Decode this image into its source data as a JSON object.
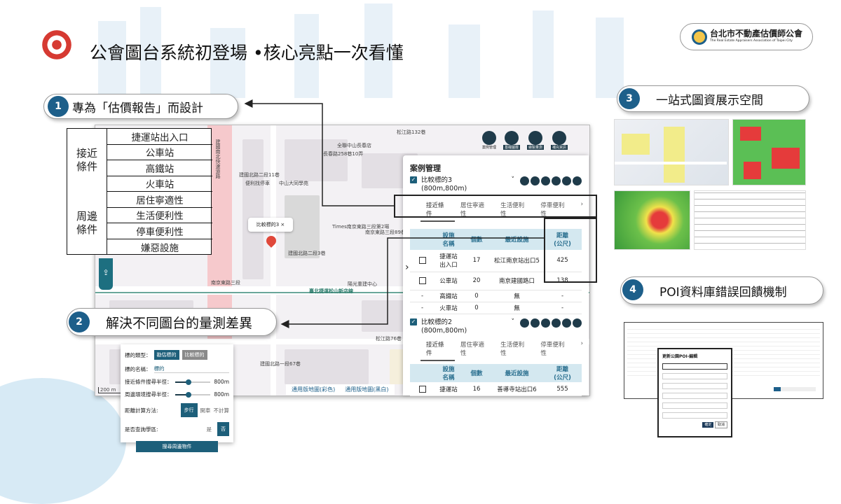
{
  "title": "公會圖台系統初登場 •核心亮點一次看懂",
  "logo": {
    "name": "台北市不動產估價師公會",
    "subtitle": "The Real Estate Appraisers Association of Taipei City"
  },
  "colors": {
    "accent": "#1d5f8a",
    "teal": "#1d5f7a",
    "header": "#d4e8f0",
    "pin": "#e0483a"
  },
  "callouts": [
    {
      "num": "1",
      "text": "專為「估價報告」而設計"
    },
    {
      "num": "2",
      "text": "解決不同圖台的量測差異"
    },
    {
      "num": "3",
      "text": "一站式圖資展示空間"
    },
    {
      "num": "4",
      "text": "POI資料庫錯誤回饋機制"
    }
  ],
  "conditions": {
    "groups": [
      {
        "label": "接近\n條件",
        "items": [
          "捷運站出入口",
          "公車站",
          "高鐵站",
          "火車站"
        ]
      },
      {
        "label": "周邊\n條件",
        "items": [
          "居住寧適性",
          "生活便利性",
          "停車便利性",
          "嫌惡設施"
        ]
      }
    ]
  },
  "map": {
    "labels": [
      "松江路132巷",
      "全聯中山長春店",
      "長春路258巷10弄",
      "建國北路二段11巷",
      "便利找停車",
      "中山大同學苑",
      "建國南北快速道路",
      "比較標的3",
      "建國北路二段3巷",
      "Times南京東路三段第2場",
      "南京東路三段89巷",
      "南京東路三段",
      "臺北捷運松山新店線",
      "陽光重建中心",
      "松江路76巷",
      "建國北路一段67巷",
      "200 m"
    ],
    "toolbar": [
      "案例管理",
      "基礎圖層",
      "繪製量測",
      "補充資訊"
    ],
    "basemaps": [
      "通用版地圖(彩色)",
      "通用版地圖(黑白)"
    ]
  },
  "panel": {
    "title": "案例管理",
    "tabs": [
      "接近條件",
      "居住寧適性",
      "生活便利性",
      "停車便利性"
    ],
    "headers": [
      "設施\n名稱",
      "個數",
      "最近設施",
      "距離\n(公尺)"
    ],
    "cases": [
      {
        "name": "比較標的3",
        "radius": "(800m,800m)",
        "rows": [
          {
            "check": true,
            "name": "捷運站\n出入口",
            "count": "17",
            "nearest": "松江南京站出口5",
            "dist": "425"
          },
          {
            "check": true,
            "name": "公車站",
            "count": "20",
            "nearest": "南京建國路口",
            "dist": "138"
          },
          {
            "check": false,
            "name": "高鐵站",
            "count": "0",
            "nearest": "無",
            "dist": "-"
          },
          {
            "check": false,
            "name": "火車站",
            "count": "0",
            "nearest": "無",
            "dist": "-"
          }
        ]
      },
      {
        "name": "比較標的2",
        "radius": "(800m,800m)",
        "rows": [
          {
            "check": true,
            "name": "捷運站",
            "count": "16",
            "nearest": "善導寺站出口6",
            "dist": "555"
          }
        ]
      }
    ]
  },
  "settings": {
    "type_label": "標的類型：",
    "type_options": [
      "勘估標的",
      "比較標的"
    ],
    "name_label": "標的名稱：",
    "name_value": "標的",
    "near_label": "接近條件搜尋半徑：",
    "near_value": "800m",
    "around_label": "周邊環境搜尋半徑：",
    "around_value": "800m",
    "method_label": "距離計算方法:",
    "methods": [
      "步行",
      "開車",
      "不計算"
    ],
    "school_label": "是否查詢學區:",
    "school_options": [
      "是",
      "否"
    ],
    "search_button": "搜尋周邊物件"
  },
  "poi_modal": {
    "title": "更新公園POI-編輯",
    "confirm": "確定",
    "cancel": "取消"
  }
}
